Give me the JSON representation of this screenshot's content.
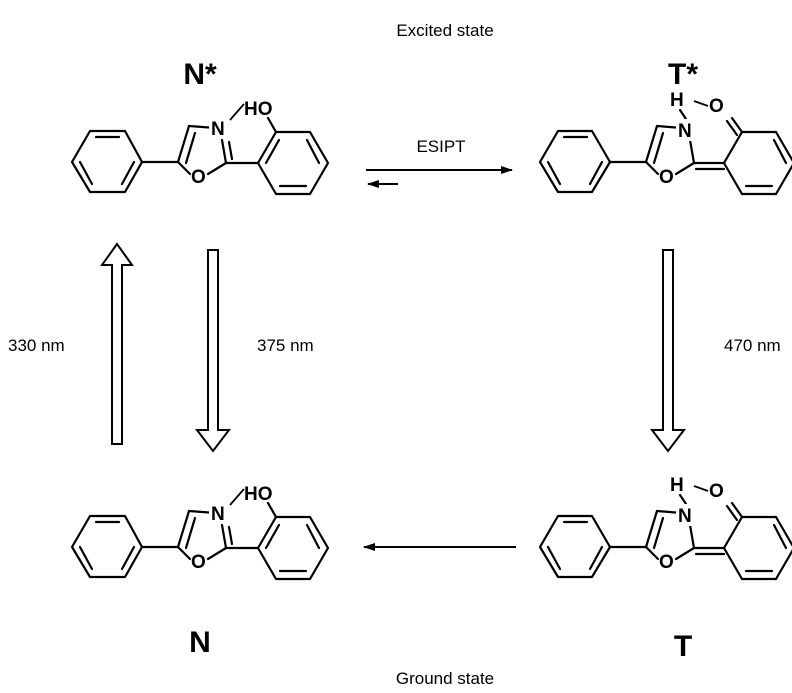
{
  "labels": {
    "excited_state": "Excited state",
    "ground_state": "Ground state",
    "n_star": "N*",
    "t_star": "T*",
    "n": "N",
    "t": "T",
    "esipt": "ESIPT",
    "abs_wavelength": "330 nm",
    "n_emission_wavelength": "375 nm",
    "t_emission_wavelength": "470 nm"
  },
  "atoms": {
    "nitrogen": "N",
    "oxygen": "O",
    "hydroxyl": "HO",
    "hydrogen": "H"
  },
  "colors": {
    "ink": "#000000",
    "background": "#ffffff"
  }
}
